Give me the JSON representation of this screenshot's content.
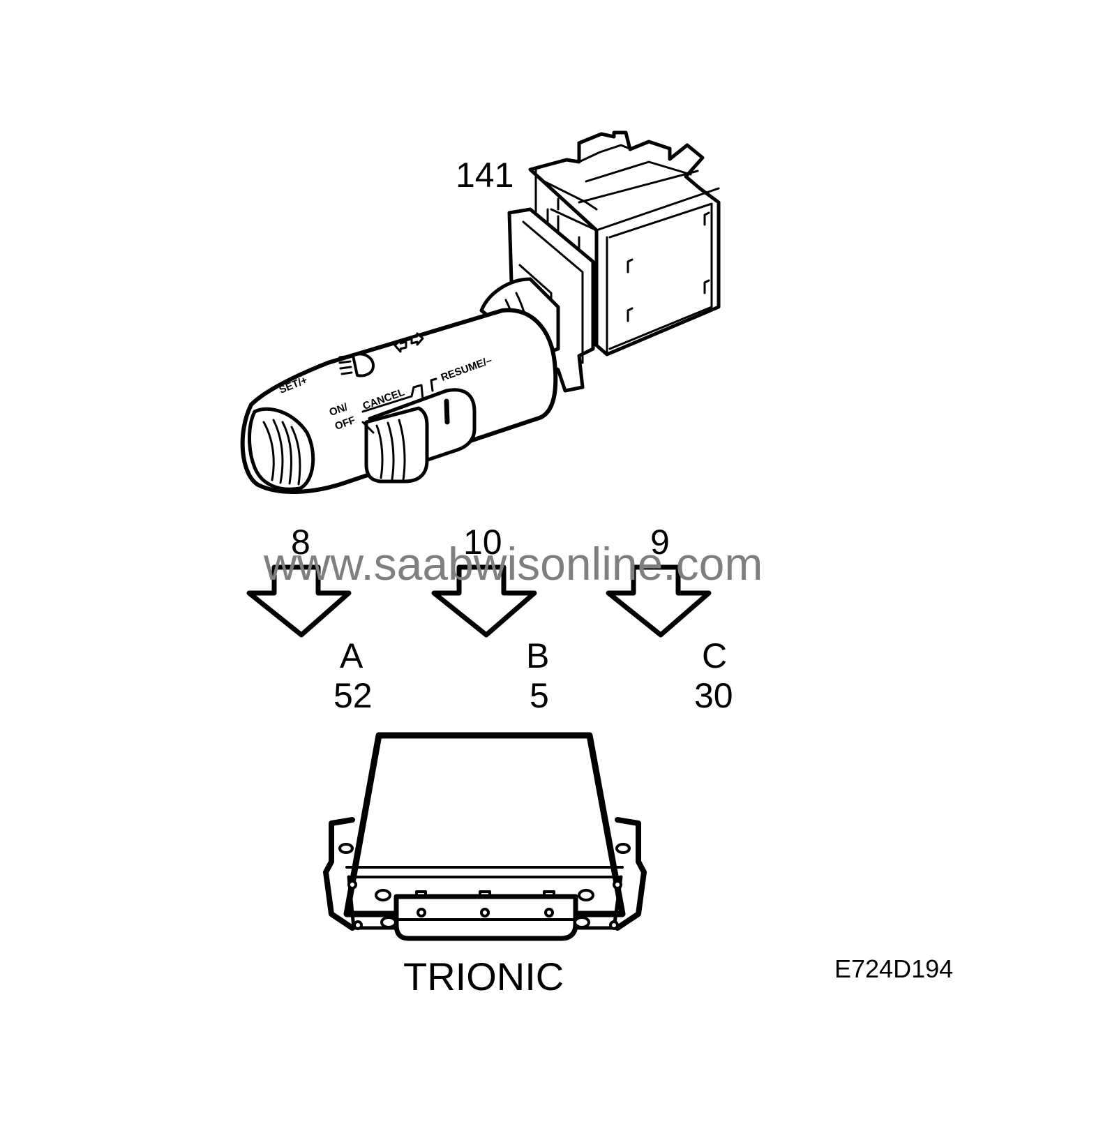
{
  "diagram": {
    "component_label": "141",
    "stalk_labels": {
      "set": "SET/+",
      "on_off_line1": "ON/",
      "on_off_line2": "OFF",
      "cancel": "CANCEL",
      "resume": "RESUME/–",
      "headlight_icon": "headlight-icon",
      "indicator_icon": "turn-signal-arrows-icon"
    },
    "connections": [
      {
        "pin": "8",
        "letter": "A",
        "ecu_pin": "52"
      },
      {
        "pin": "10",
        "letter": "B",
        "ecu_pin": "5"
      },
      {
        "pin": "9",
        "letter": "C",
        "ecu_pin": "30"
      }
    ],
    "ecu_label": "TRIONIC",
    "figure_code": "E724D194",
    "watermark": "www.saabwisonline.com",
    "colors": {
      "line": "#000000",
      "background": "#ffffff",
      "watermark": "#7f7f7f"
    }
  }
}
